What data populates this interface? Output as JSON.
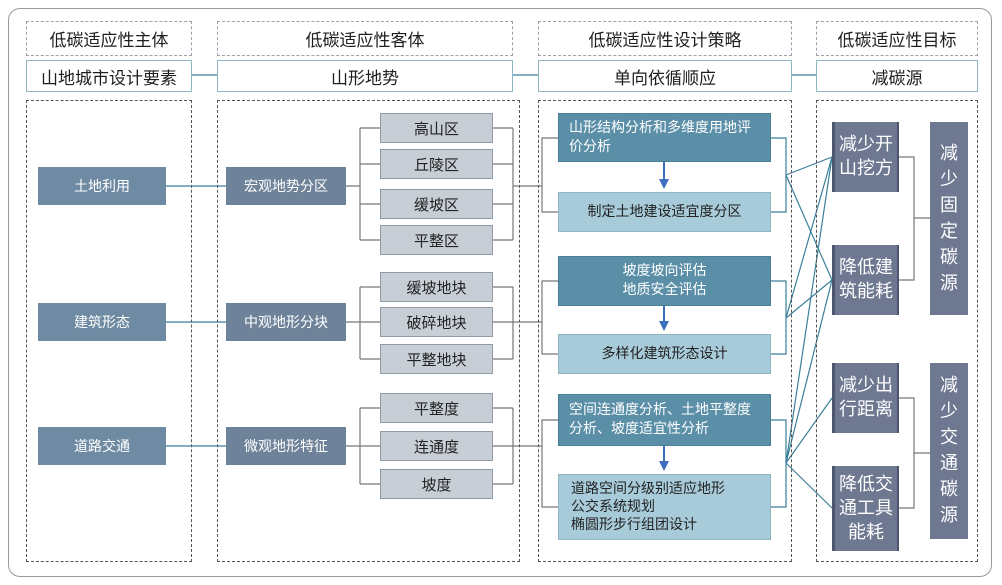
{
  "headers": {
    "subject": "低碳适应性主体",
    "object": "低碳适应性客体",
    "strategy": "低碳适应性设计策略",
    "goal": "低碳适应性目标"
  },
  "second_row": {
    "subject": "山地城市设计要素",
    "object": "山形地势",
    "strategy": "单向依循顺应",
    "goal": "减碳源"
  },
  "elements": [
    "土地利用",
    "建筑形态",
    "道路交通"
  ],
  "terrain_levels": [
    "宏观地势分区",
    "中观地形分块",
    "微观地形特征"
  ],
  "terrain_details": {
    "macro": [
      "高山区",
      "丘陵区",
      "缓坡区",
      "平整区"
    ],
    "meso": [
      "缓坡地块",
      "破碎地块",
      "平整地块"
    ],
    "micro": [
      "平整度",
      "连通度",
      "坡度"
    ]
  },
  "strategies": {
    "land_analysis": "山形结构分析和多维度用地评价分析",
    "land_zoning": "制定土地建设适宜度分区",
    "building_eval": "坡度坡向评估\n地质安全评估",
    "building_design": "多样化建筑形态设计",
    "road_analysis": "空间连通度分析、土地平整度分析、坡度适宜性分析",
    "road_design": "道路空间分级别适应地形\n公交系统规划\n椭圆形步行组团设计"
  },
  "targets": [
    "减少开山挖方",
    "降低建筑能耗",
    "减少出行距离",
    "降低交通工具能耗"
  ],
  "big_goals": [
    "减少固定碳源",
    "减少交通碳源"
  ],
  "colors": {
    "element_box": "#6e8ba3",
    "level_box": "#6e8299",
    "detail_box": "#c7ced6",
    "strategy_dark": "#5b8fa8",
    "strategy_light": "#a8cbd9",
    "goal_box": "#6e7891",
    "connector_teal": "#3b7f9a",
    "arrow_blue": "#3d6fc0"
  }
}
